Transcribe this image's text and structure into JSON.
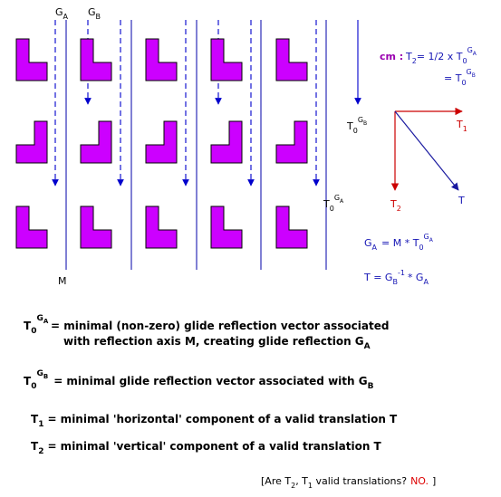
{
  "colors": {
    "shape_fill": "#cc00ff",
    "shape_stroke": "#000000",
    "axis_line": "#0000aa",
    "t1_vector": "#cc0000",
    "t2_vector": "#cc0000",
    "t_vector": "#1a1aa0",
    "cm_label": "#9a00b0",
    "no_answer": "#dd0000"
  },
  "diagram": {
    "label_GA": {
      "main": "G",
      "sub": "A"
    },
    "label_GB": {
      "main": "G",
      "sub": "B"
    },
    "label_M": "M",
    "label_T0GB": {
      "main": "T",
      "sub": "0",
      "sup": "G",
      "supsub": "B"
    },
    "label_T0GA": {
      "main": "T",
      "sub": "0",
      "sup": "G",
      "supsub": "A"
    }
  },
  "cm": {
    "prefix": "cm :",
    "line1": {
      "lhs_main": "T",
      "lhs_sub": "2",
      "mid": "= 1/2 x T",
      "sub": "0",
      "sup": "G",
      "supsub": "A"
    },
    "line2": {
      "eq": "= T",
      "sub": "0",
      "sup": "G",
      "supsub": "B"
    }
  },
  "vectors": {
    "t1": {
      "main": "T",
      "sub": "1"
    },
    "t2": {
      "main": "T",
      "sub": "2"
    },
    "t": "T"
  },
  "formulas": {
    "ga": {
      "lhs": "G",
      "lhs_sub": "A",
      "mid": "= M * T",
      "sub": "0",
      "sup": "G",
      "supsub": "A"
    },
    "t": {
      "lhs": "T = G",
      "lhs_sub": "B",
      "sup": "-1",
      "mid": "* G",
      "sub": "A"
    }
  },
  "definitions": {
    "d1": {
      "main": "T",
      "sub": "0",
      "sup": "G",
      "supsub": "A",
      "line1": "= minimal (non-zero) glide reflection vector associated",
      "line2": "with reflection axis M, creating glide reflection G",
      "line2_sub": "A"
    },
    "d2": {
      "main": "T",
      "sub": "0",
      "sup": "G",
      "supsub": "B",
      "text": "= minimal glide reflection vector associated with G",
      "text_sub": "B"
    },
    "d3": {
      "main": "T",
      "sub": "1",
      "text": "= minimal 'horizontal' component of a valid translation T"
    },
    "d4": {
      "main": "T",
      "sub": "2",
      "text": "= minimal 'vertical' component of a valid translation T"
    }
  },
  "question": {
    "open": "[Are T",
    "sub1": "2",
    "mid": ", T",
    "sub2": "1",
    "rest": " valid translations?",
    "answer": "NO.",
    "close": "]"
  }
}
